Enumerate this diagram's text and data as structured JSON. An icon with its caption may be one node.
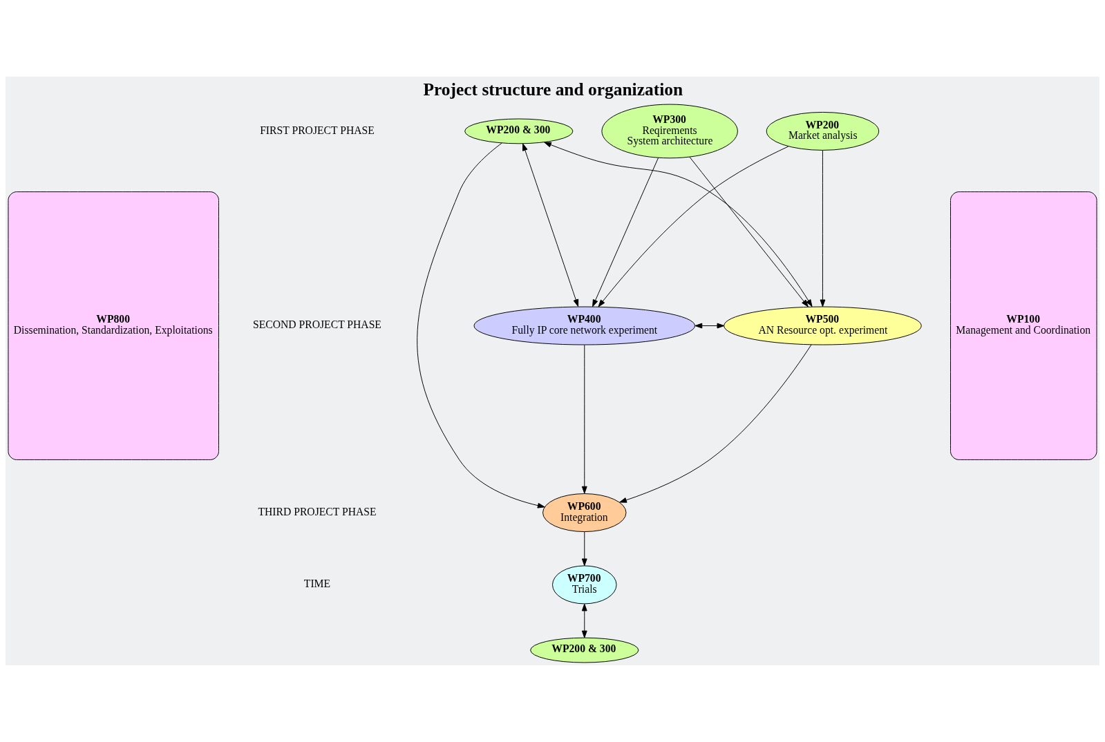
{
  "diagram": {
    "title": "Project structure and organization",
    "nodes": [
      {
        "text": [
          "WP800",
          "Dissemination, Standardization, Exploitations"
        ]
      },
      {
        "text": [
          "WP300",
          "Reqirements",
          "System architecture"
        ]
      },
      {
        "text": [
          "WP200",
          "Market analysis"
        ]
      },
      {
        "text": [
          "WP400",
          "Fully IP core network experiment"
        ]
      },
      {
        "text": [
          "WP500",
          "AN Resource opt. experiment"
        ]
      },
      {
        "text": [
          "WP200 & 300"
        ]
      },
      {
        "text": [
          "WP600",
          "Integration"
        ]
      },
      {
        "text": [
          "WP700",
          "Trials"
        ]
      },
      {
        "text": [
          "WP200 & 300"
        ]
      },
      {
        "text": [
          "WP100",
          "Management and Coordination"
        ]
      }
    ],
    "edges": [
      {
        "from": 1,
        "to": 3,
        "arrow": "to"
      },
      {
        "from": 1,
        "to": 4,
        "arrow": "to"
      },
      {
        "from": 2,
        "to": 3,
        "arrow": "to"
      },
      {
        "from": 2,
        "to": 4,
        "arrow": "to"
      },
      {
        "from": 3,
        "to": 4,
        "arrow": "both"
      },
      {
        "from": 5,
        "to": 3,
        "arrow": "both"
      },
      {
        "from": 5,
        "to": 4,
        "arrow": "both"
      },
      {
        "from": 3,
        "to": 6,
        "arrow": "to"
      },
      {
        "from": 4,
        "to": 6,
        "arrow": "to"
      },
      {
        "from": 5,
        "to": 6,
        "arrow": "to"
      },
      {
        "from": 6,
        "to": 7,
        "arrow": "to"
      },
      {
        "from": 7,
        "to": 8,
        "arrow": "both"
      }
    ],
    "labels": [
      "FIRST PROJECT PHASE",
      "SECOND PROJECT PHASE",
      "THIRD PROJECT PHASE",
      "TIME"
    ]
  }
}
